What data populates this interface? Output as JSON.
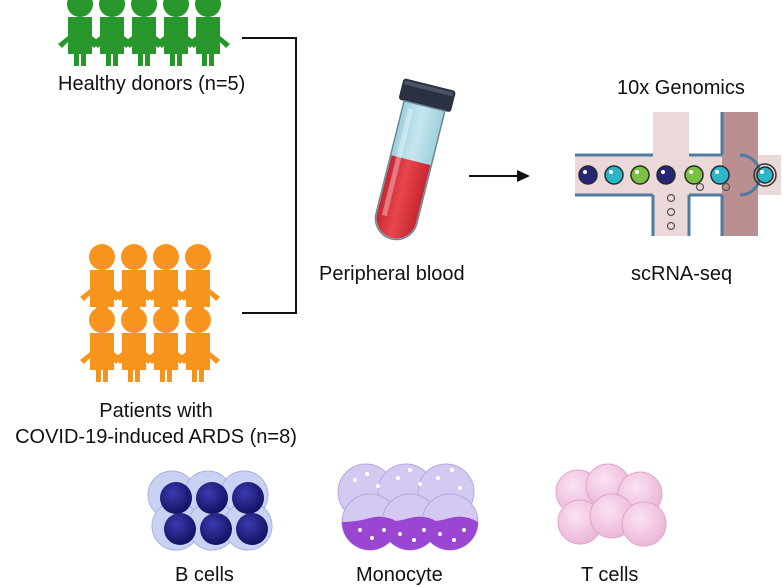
{
  "labels": {
    "healthy": "Healthy donors (n=5)",
    "patients_line1": "Patients with",
    "patients_line2": "COVID-19-induced ARDS (n=8)",
    "blood": "Peripheral blood",
    "platform": "10x Genomics",
    "method": "scRNA-seq",
    "b_cells": "B cells",
    "monocyte": "Monocyte",
    "t_cells": "T cells"
  },
  "colors": {
    "healthy": "#27962b",
    "patient": "#f7941d",
    "blood": "#e0393e",
    "b_cell": "#1d1d7a",
    "monocyte": "#9b45d3",
    "t_cell": "#f2c3e3"
  },
  "icons": {
    "person": "person-icon",
    "tube": "blood-tube-icon",
    "chip": "microfluidic-chip-icon",
    "cell": "cell-icon"
  }
}
